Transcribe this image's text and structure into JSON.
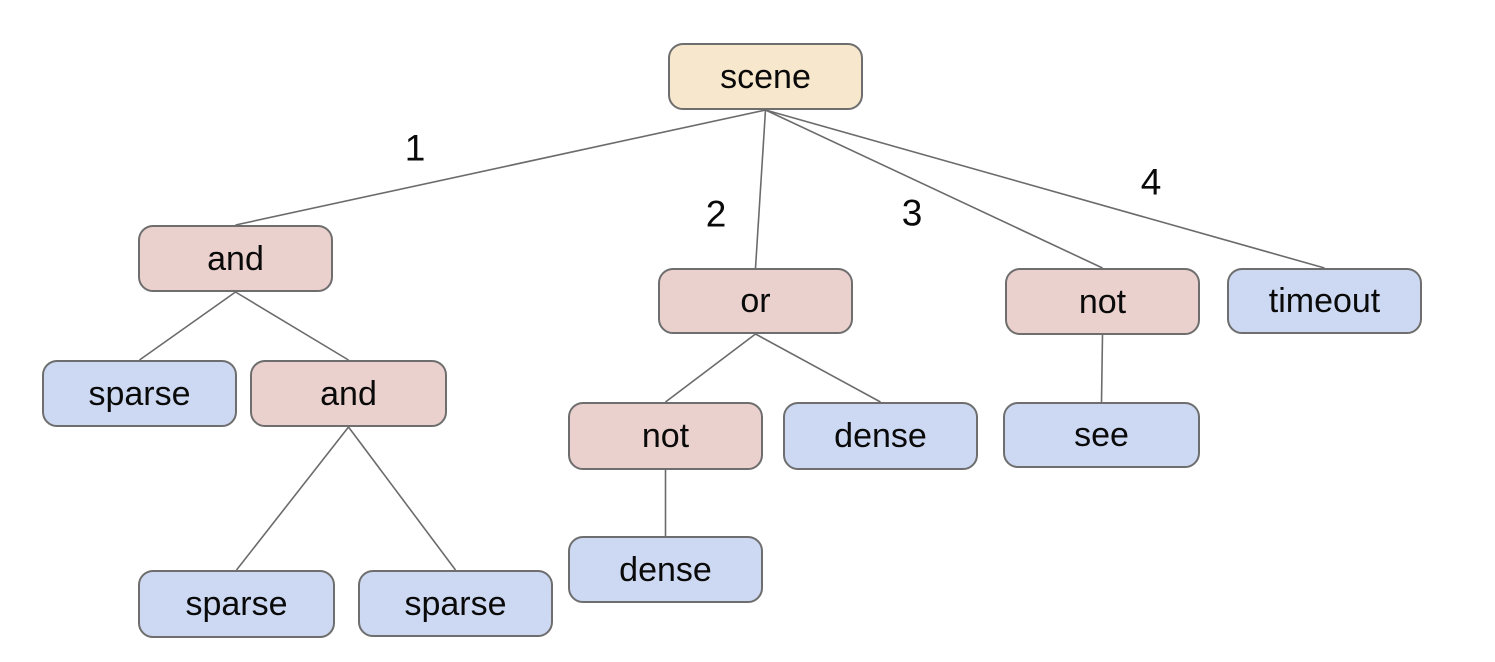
{
  "diagram": {
    "background": "#ffffff",
    "colors": {
      "root_fill": "#f7e7cd",
      "operator_fill": "#ebd1cd",
      "leaf_fill": "#cdd9f2",
      "node_border": "#6e6e6e",
      "edge_line": "#6b6b6b",
      "text": "#0a0a0a"
    },
    "nodes": [
      {
        "id": "scene",
        "label": "scene",
        "kind": "root"
      },
      {
        "id": "and1",
        "label": "and",
        "kind": "operator"
      },
      {
        "id": "or1",
        "label": "or",
        "kind": "operator"
      },
      {
        "id": "not1",
        "label": "not",
        "kind": "operator"
      },
      {
        "id": "timeout1",
        "label": "timeout",
        "kind": "leaf"
      },
      {
        "id": "sparse1",
        "label": "sparse",
        "kind": "leaf"
      },
      {
        "id": "and2",
        "label": "and",
        "kind": "operator"
      },
      {
        "id": "not2",
        "label": "not",
        "kind": "operator"
      },
      {
        "id": "dense1",
        "label": "dense",
        "kind": "leaf"
      },
      {
        "id": "see1",
        "label": "see",
        "kind": "leaf"
      },
      {
        "id": "dense2",
        "label": "dense",
        "kind": "leaf"
      },
      {
        "id": "sparse2",
        "label": "sparse",
        "kind": "leaf"
      },
      {
        "id": "sparse3",
        "label": "sparse",
        "kind": "leaf"
      }
    ],
    "edges": [
      {
        "from": "scene",
        "to": "and1",
        "label": "1"
      },
      {
        "from": "scene",
        "to": "or1",
        "label": "2"
      },
      {
        "from": "scene",
        "to": "not1",
        "label": "3"
      },
      {
        "from": "scene",
        "to": "timeout1",
        "label": "4"
      },
      {
        "from": "and1",
        "to": "sparse1"
      },
      {
        "from": "and1",
        "to": "and2"
      },
      {
        "from": "and2",
        "to": "sparse2"
      },
      {
        "from": "and2",
        "to": "sparse3"
      },
      {
        "from": "or1",
        "to": "not2"
      },
      {
        "from": "or1",
        "to": "dense1"
      },
      {
        "from": "not1",
        "to": "see1"
      },
      {
        "from": "not2",
        "to": "dense2"
      }
    ]
  }
}
